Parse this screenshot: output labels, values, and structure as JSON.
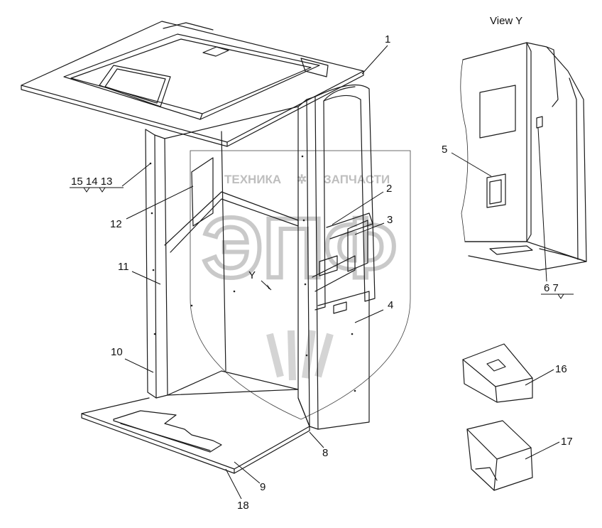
{
  "view_title": "View Y",
  "view_marker": "Y",
  "watermark": {
    "left_word": "ТЕХНИКА",
    "right_word": "ЗАПЧАСТИ",
    "logo": "ЭПФ"
  },
  "callouts": [
    {
      "id": "c1",
      "text": "1"
    },
    {
      "id": "c2",
      "text": "2"
    },
    {
      "id": "c3",
      "text": "3"
    },
    {
      "id": "c4",
      "text": "4"
    },
    {
      "id": "c5",
      "text": "5"
    },
    {
      "id": "c67",
      "text": "6 7"
    },
    {
      "id": "c8",
      "text": "8"
    },
    {
      "id": "c9",
      "text": "9"
    },
    {
      "id": "c10",
      "text": "10"
    },
    {
      "id": "c11",
      "text": "11"
    },
    {
      "id": "c12",
      "text": "12"
    },
    {
      "id": "c151413",
      "text": "15 14 13"
    },
    {
      "id": "c16",
      "text": "16"
    },
    {
      "id": "c17",
      "text": "17"
    },
    {
      "id": "c18",
      "text": "18"
    }
  ]
}
